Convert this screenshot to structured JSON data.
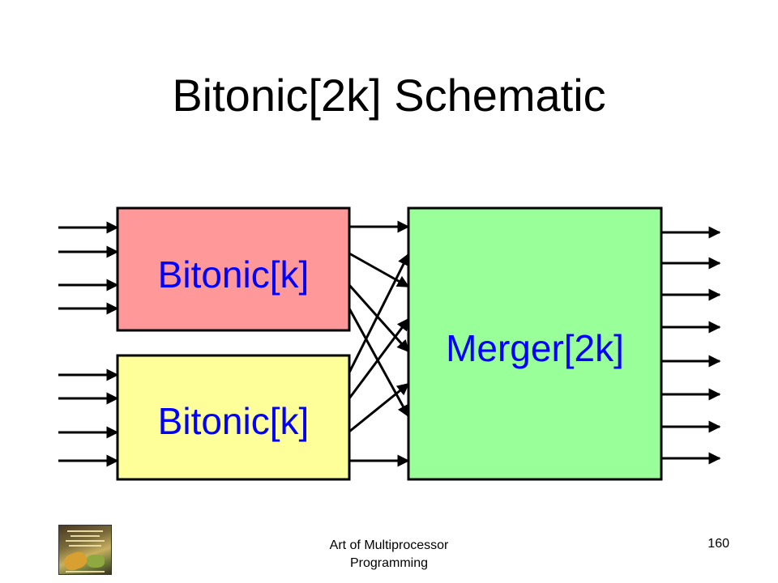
{
  "slide": {
    "title": "Bitonic[2k] Schematic"
  },
  "diagram": {
    "top_block_label": "Bitonic[k]",
    "bottom_block_label": "Bitonic[k]",
    "merger_label": "Merger[2k]",
    "colors": {
      "top_block_fill": "#ff9999",
      "bottom_block_fill": "#ffff99",
      "merger_fill": "#99ff99",
      "label_text": "#0000ff",
      "wire": "#000000"
    }
  },
  "footer": {
    "book_icon": "book-cover-icon",
    "caption": "Art of Multiprocessor Programming",
    "page_number": "160"
  }
}
